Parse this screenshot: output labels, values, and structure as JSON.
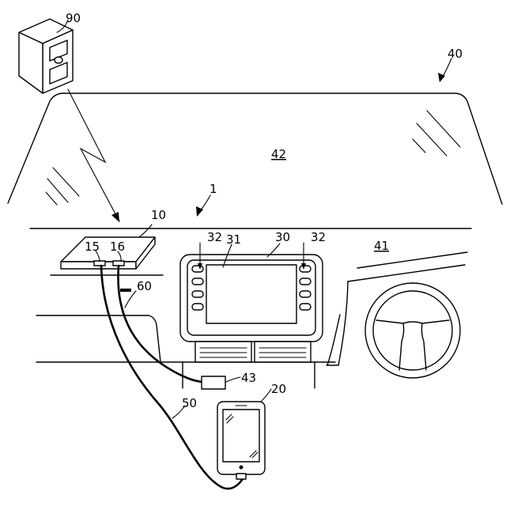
{
  "labels": {
    "server": "90",
    "vehicle": "40",
    "windshield": "42",
    "system": "1",
    "device": "10",
    "port_a": "15",
    "port_b": "16",
    "display_side_a": "32",
    "display_screen": "31",
    "display_unit": "30",
    "display_side_b": "32",
    "dashboard": "41",
    "cable_short": "60",
    "connector": "43",
    "smartphone": "20",
    "cable_long": "50"
  }
}
